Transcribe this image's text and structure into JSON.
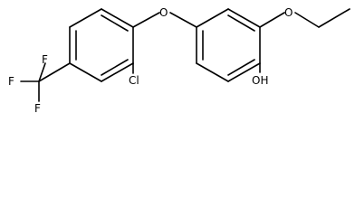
{
  "molecule": {
    "atoms": {
      "oxygen_ether": "O",
      "oxygen_ethoxy": "O",
      "chlorine": "Cl",
      "hydroxyl": "OH",
      "fluorine_1": "F",
      "fluorine_2": "F",
      "fluorine_3": "F"
    }
  }
}
